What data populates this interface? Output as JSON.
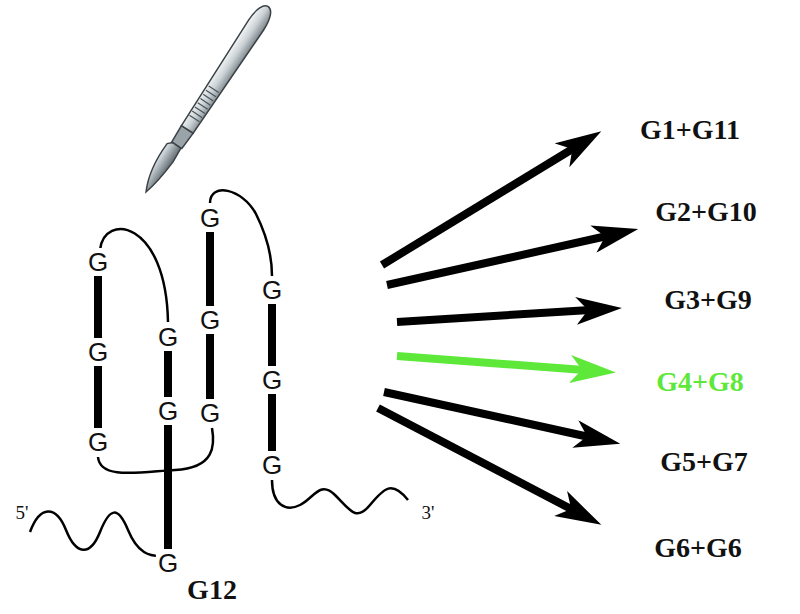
{
  "diagram": {
    "labels": [
      "G",
      "G",
      "G",
      "G",
      "G",
      "G",
      "G",
      "G",
      "G",
      "G",
      "G",
      "G",
      "5'",
      "3'",
      "G12",
      "G1+G11",
      "G2+G10",
      "G3+G9",
      "G4+G8",
      "G5+G7",
      "G6+G6"
    ]
  }
}
